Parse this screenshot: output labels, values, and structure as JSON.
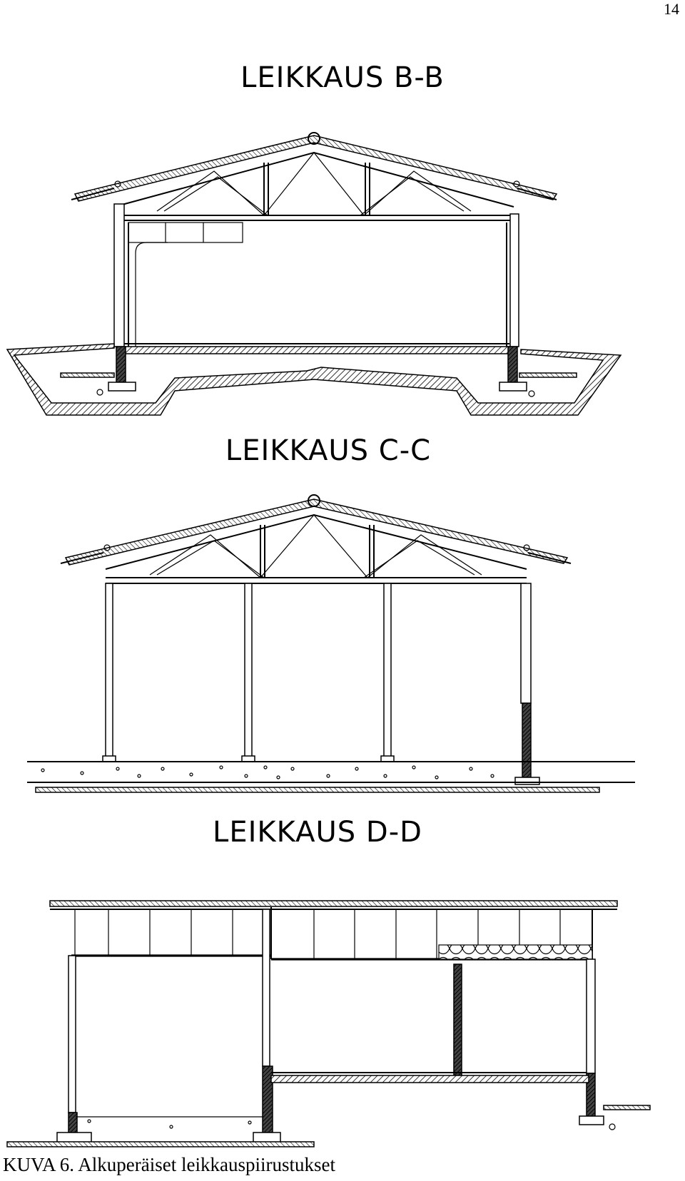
{
  "page": {
    "number": "14",
    "caption": "KUVA 6. Alkuperäiset leikkauspiirustukset"
  },
  "sections": [
    {
      "id": "B-B",
      "title": "LEIKKAUS B-B"
    },
    {
      "id": "C-C",
      "title": "LEIKKAUS C-C"
    },
    {
      "id": "D-D",
      "title": "LEIKKAUS D-D"
    }
  ]
}
